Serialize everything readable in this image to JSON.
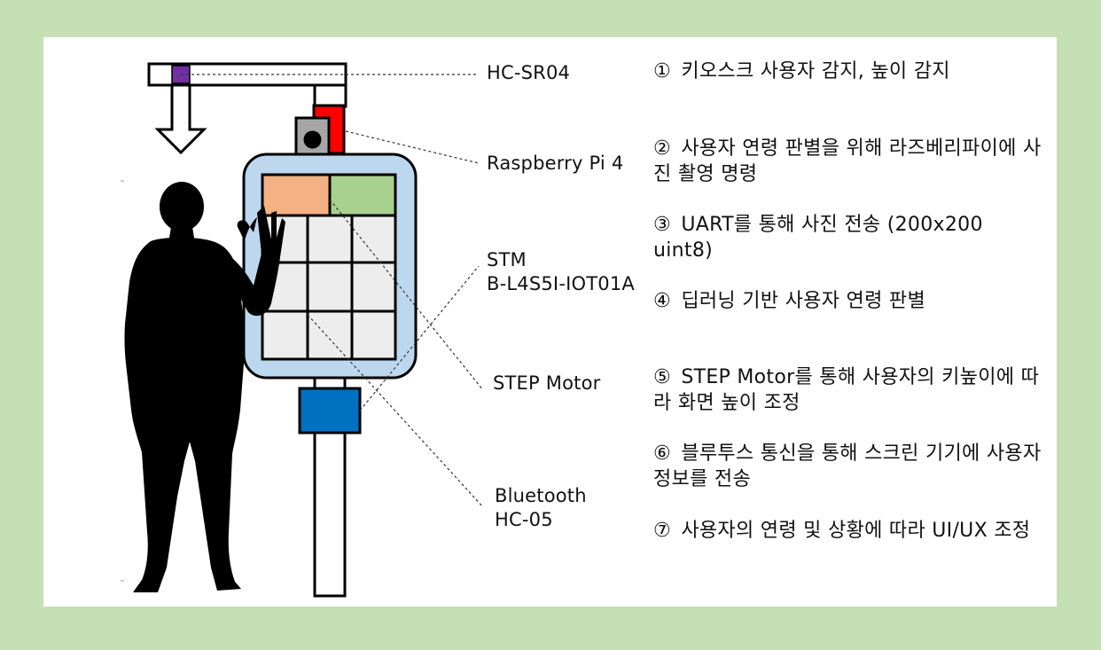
{
  "labels": {
    "sensor": "HC-SR04",
    "raspberry": "Raspberry Pi 4",
    "stm_line1": "STM",
    "stm_line2": "B-L4S5I-IOT01A",
    "motor": "STEP Motor",
    "bluetooth_line1": "Bluetooth",
    "bluetooth_line2": "HC-05"
  },
  "steps": [
    {
      "num": "①",
      "text": "키오스크 사용자 감지, 높이 감지"
    },
    {
      "num": "②",
      "text": "사용자 연령 판별을 위해 라즈베리파이에 사진 촬영 명령"
    },
    {
      "num": "③",
      "text": "UART를 통해 사진 전송 (200x200 uint8)"
    },
    {
      "num": "④",
      "text": "딥러닝 기반 사용자 연령 판별"
    },
    {
      "num": "⑤",
      "text": "STEP Motor를 통해 사용자의 키높이에 따라 화면 높이 조정"
    },
    {
      "num": "⑥",
      "text": "블루투스 통신을 통해 스크린 기기에 사용자 정보를 전송"
    },
    {
      "num": "⑦",
      "text": "사용자의 연령 및 상황에 따라 UI/UX 조정"
    }
  ],
  "colors": {
    "sensor": "#7030a0",
    "raspberry": "#ff0000",
    "camera": "#a6a6a6",
    "screen": "#bdd7ee",
    "tile_orange": "#f4b183",
    "tile_green": "#a9d18e",
    "tile_gray": "#ededed",
    "bluetooth": "#0070c0",
    "background": "#c5e0b4"
  }
}
